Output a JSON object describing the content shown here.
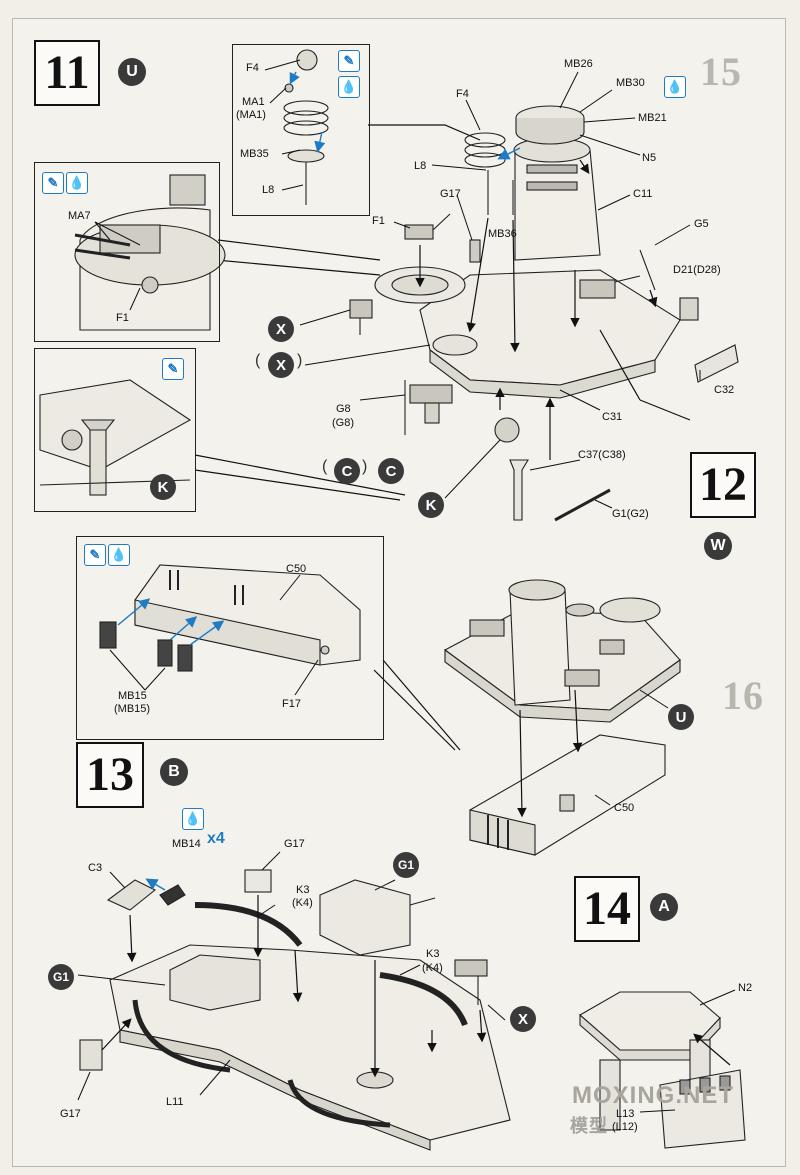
{
  "steps": {
    "s11": {
      "number": "11",
      "letter": "U"
    },
    "s12": {
      "number": "12",
      "letter": "W"
    },
    "s13": {
      "number": "13",
      "letter": "B"
    },
    "s14": {
      "number": "14",
      "letter": "A"
    }
  },
  "markers": {
    "x_main": "X",
    "x_alt": "X",
    "c_alt": "C",
    "c_main": "C",
    "k_inset": "K",
    "k_main": "K",
    "u_step12": "U",
    "g1_left": "G1",
    "g1_right": "G1",
    "x_step13": "X"
  },
  "multiplier": "x4",
  "parts": {
    "f4_inset": "F4",
    "ma1": "MA1",
    "ma1_alt": "(MA1)",
    "mb35": "MB35",
    "l8_inset": "L8",
    "ma7": "MA7",
    "f1_inset": "F1",
    "f4": "F4",
    "mb26": "MB26",
    "mb30": "MB30",
    "mb21": "MB21",
    "n5": "N5",
    "l8": "L8",
    "g17_top": "G17",
    "mb36": "MB36",
    "c11": "C11",
    "f1": "F1",
    "g5": "G5",
    "d21": "D21(D28)",
    "c32": "C32",
    "c31": "C31",
    "g8": "G8",
    "g8_alt": "(G8)",
    "c37": "C37(C38)",
    "g1": "G1(G2)",
    "c50_inset": "C50",
    "mb15": "MB15",
    "mb15_alt": "(MB15)",
    "f17": "F17",
    "c50": "C50",
    "c3": "C3",
    "mb14": "MB14",
    "g17_mid": "G17",
    "k3_a": "K3",
    "k4_a": "(K4)",
    "k3_b": "K3",
    "k4_b": "(K4)",
    "g17_bottom": "G17",
    "l11": "L11",
    "n2": "N2",
    "l13": "L13",
    "l12": "(L12)"
  },
  "icons": {
    "brush": "brush-icon",
    "drop": "glue-drop-icon"
  },
  "watermark": {
    "line1": "MOXING.NET",
    "line2": "模型"
  },
  "colors": {
    "accent": "#1e7bc4",
    "ink": "#111111",
    "paper": "#f4f2ec"
  }
}
